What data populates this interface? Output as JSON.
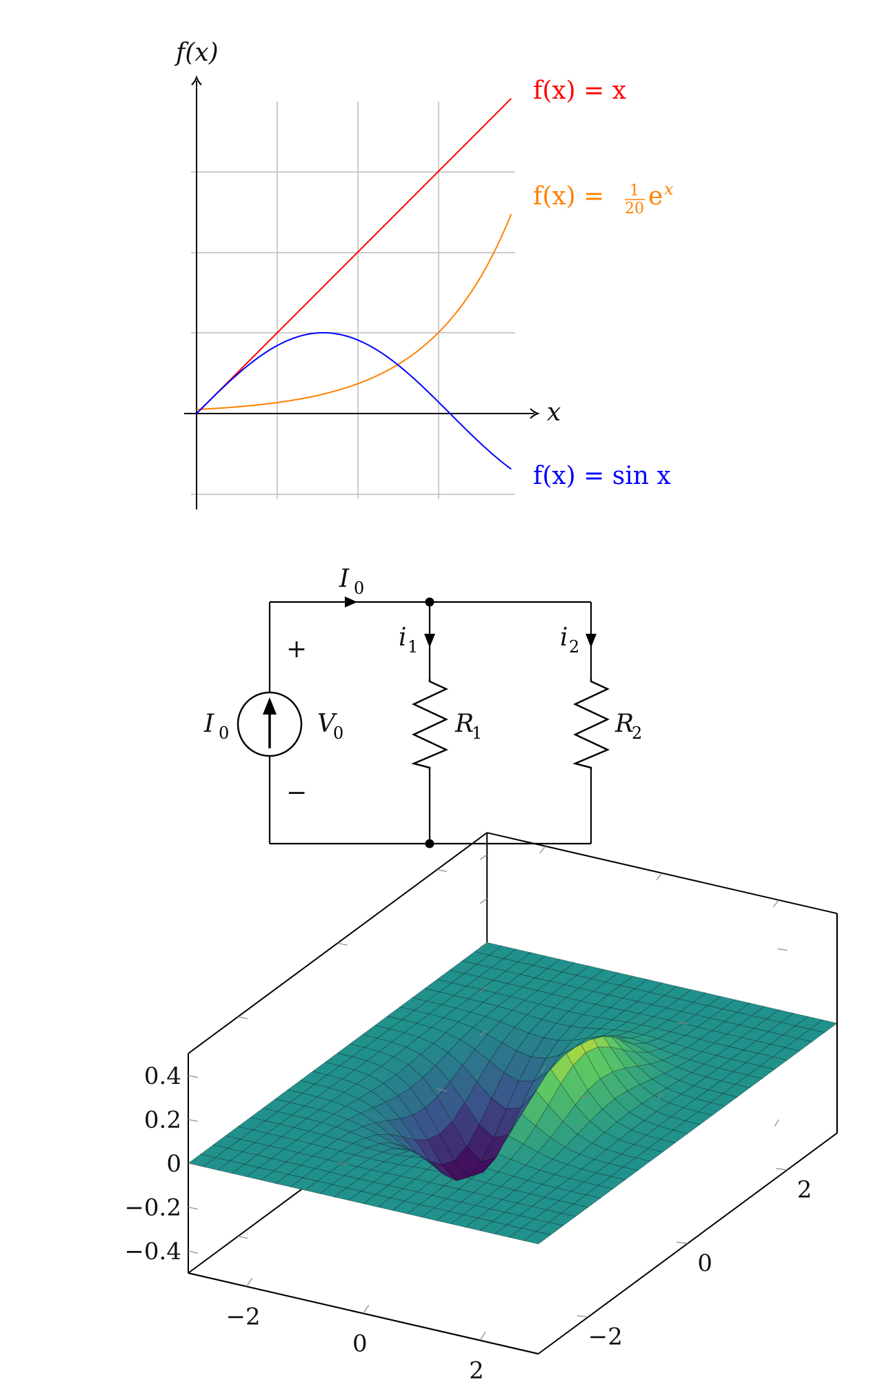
{
  "plot": {
    "y_axis_label": "f(x)",
    "x_axis_label": "x",
    "curves": [
      {
        "id": "linear",
        "label": "f(x) = x",
        "color": "#ff0000"
      },
      {
        "id": "exp",
        "label_prefix": "f(x) =",
        "label_num": "1",
        "label_den": "20",
        "label_tail": "e",
        "label_sup": "x",
        "color": "#ff8000"
      },
      {
        "id": "sine",
        "label": "f(x) = sin x",
        "color": "#0000ff"
      }
    ],
    "x_range": [
      0,
      3.9
    ],
    "grid": true
  },
  "circuit": {
    "source_current_label": "I",
    "source_current_sub": "0",
    "branch_current_label": "I",
    "branch_current_sub": "0",
    "voltage_label": "V",
    "voltage_sub": "0",
    "plus_sign": "+",
    "minus_sign": "−",
    "i1_label": "i",
    "i1_sub": "1",
    "i2_label": "i",
    "i2_sub": "2",
    "r1_label": "R",
    "r1_sub": "1",
    "r2_label": "R",
    "r2_sub": "2"
  },
  "surface": {
    "z_ticks": [
      "0.4",
      "0.2",
      "0",
      "−0.2",
      "−0.4"
    ],
    "x_ticks": [
      "−2",
      "0",
      "2"
    ],
    "y_ticks": [
      "−2",
      "0",
      "2"
    ],
    "colormap": "viridis"
  }
}
